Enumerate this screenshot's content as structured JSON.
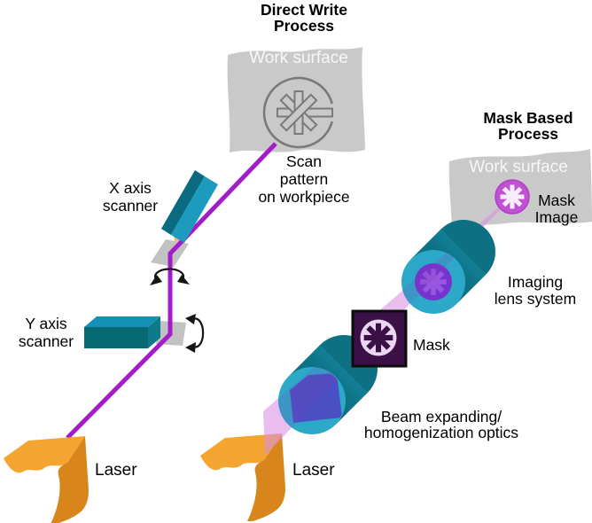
{
  "direct_write": {
    "title": "Direct Write\nProcess",
    "work_surface_label": "Work surface",
    "scan_pattern_label": "Scan\npattern\non workpiece",
    "x_scanner_label": "X axis\nscanner",
    "y_scanner_label": "Y axis\nscanner",
    "laser_label": "Laser"
  },
  "mask_based": {
    "title": "Mask Based\nProcess",
    "work_surface_label": "Work surface",
    "mask_image_label": "Mask\nImage",
    "imaging_lens_label": "Imaging\nlens system",
    "mask_label": "Mask",
    "beam_optics_label": "Beam expanding/\nhomogenization optics",
    "laser_label": "Laser"
  },
  "icons": {
    "asterisk": "eight-spoked-asterisk scan pattern"
  },
  "colors": {
    "beam_magenta": "#A21CC8",
    "beam_lavender": "#D98FE2",
    "teal_light": "#1C9BBE",
    "teal_dark": "#0A6B80",
    "cylinder_face": "#2CA9C9",
    "surface_gray": "#C9C9C9",
    "mirror_gray": "#C2C2C2",
    "laser_orange": "#F4A52F",
    "laser_orange_dark": "#D8861C",
    "shaft_tan": "#E2BC8C",
    "mask_dark_purple": "#3A1046",
    "mask_lavender": "#EBD6F3",
    "mask_image_magenta": "#C250D2",
    "lens_violet": "#7733CE",
    "lens_asterisk_violet": "#9857E0",
    "expander_blue": "#4A50C4"
  }
}
